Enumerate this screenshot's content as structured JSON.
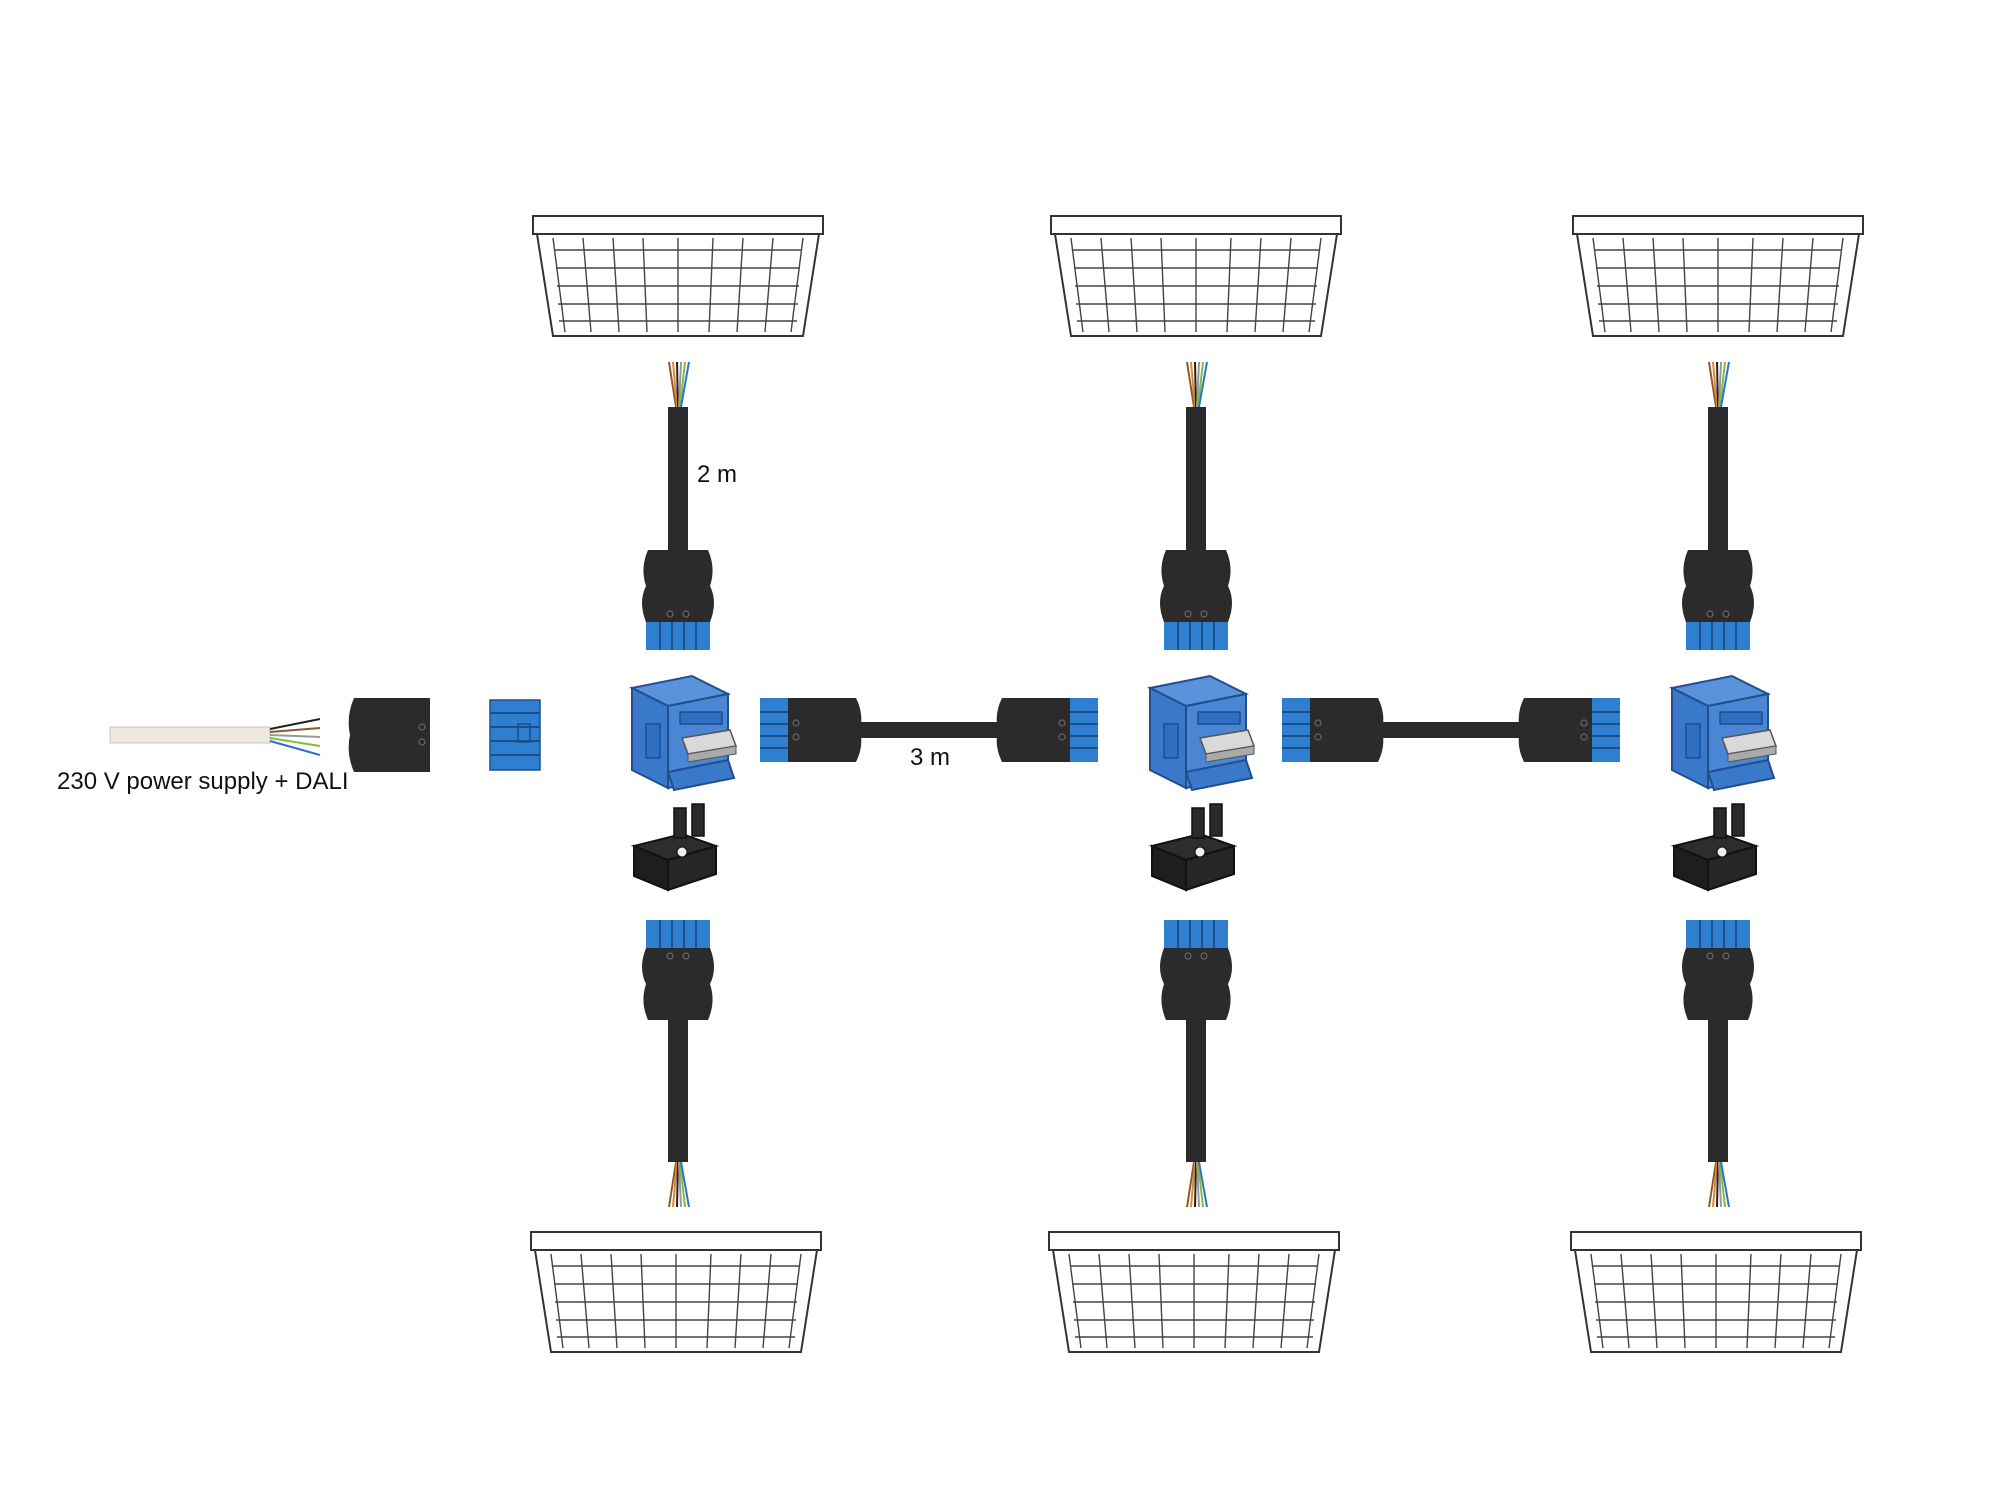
{
  "labels": {
    "supply": "230 V power supply + DALI",
    "drop_length": "2 m",
    "link_length": "3 m"
  },
  "colors": {
    "connector_body": "#2b2b2b",
    "connector_pins": "#2f7fd0",
    "distributor": "#3a78c9",
    "cable": "#2a2a2a",
    "luminaire_stroke": "#333333",
    "supply_cable": "#eeeadf",
    "wire_brown": "#8b5a2b",
    "wire_black": "#222222",
    "wire_grey": "#999999",
    "wire_blue": "#2f6fd0",
    "wire_green_yellow": "#7fbf3f",
    "wire_orange": "#e08a2a"
  },
  "icons": {
    "luminaire": "grid-panel-luminaire-icon",
    "distributor": "t-distributor-icon",
    "connector": "plug-connector-icon",
    "locking_clip": "locking-clip-icon"
  },
  "layout_info": {
    "nodes": 3,
    "luminaires_per_node": 2
  }
}
